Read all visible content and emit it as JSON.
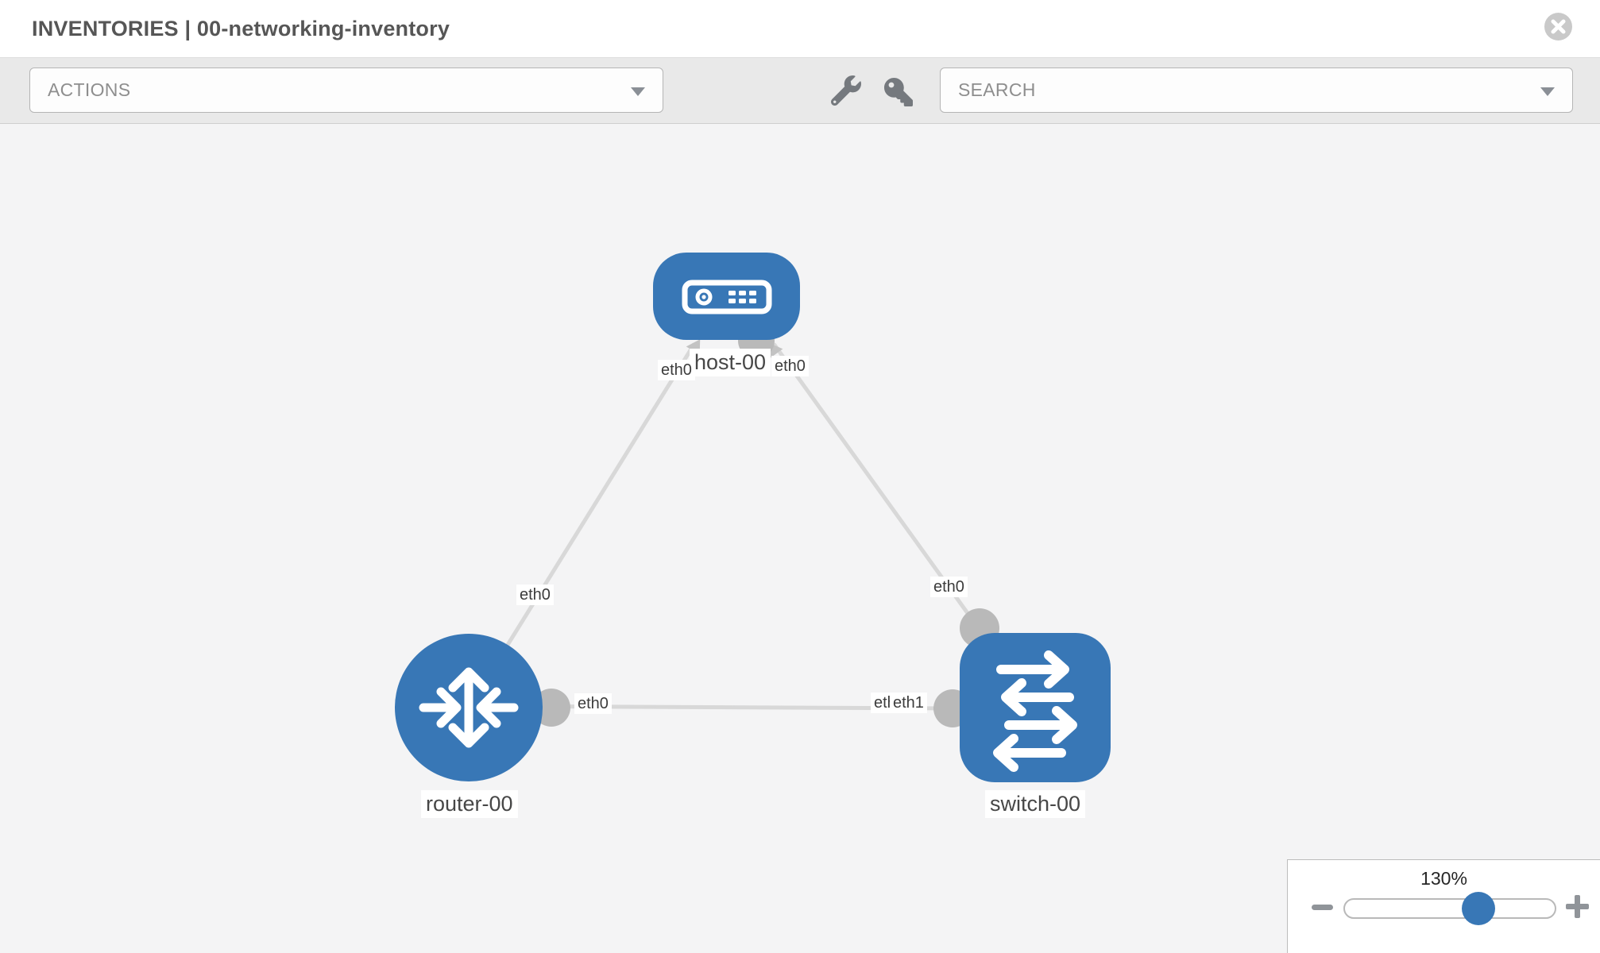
{
  "header": {
    "title": "INVENTORIES | 00-networking-inventory"
  },
  "toolbar": {
    "actions_label": "ACTIONS",
    "search_label": "SEARCH"
  },
  "icons": {
    "close": "close-icon",
    "wrench": "wrench-icon",
    "key": "key-icon",
    "caret": "chevron-down-icon",
    "minus": "minus-icon",
    "plus": "plus-icon"
  },
  "topology": {
    "nodes": [
      {
        "id": "host-00",
        "label": "host-00",
        "type": "host"
      },
      {
        "id": "router-00",
        "label": "router-00",
        "type": "router"
      },
      {
        "id": "switch-00",
        "label": "switch-00",
        "type": "switch"
      }
    ],
    "links": [
      {
        "source": "host-00",
        "target": "router-00",
        "source_interface": "eth0",
        "target_interface": "eth0"
      },
      {
        "source": "host-00",
        "target": "switch-00",
        "source_interface": "eth0",
        "target_interface": "eth0"
      },
      {
        "source": "router-00",
        "target": "switch-00",
        "source_interface": "eth0",
        "target_interface": "eth1"
      }
    ],
    "interface_chips": [
      {
        "text": "eth0",
        "position": "host-00 lower-left"
      },
      {
        "text": "eth0",
        "position": "host-00 lower-right"
      },
      {
        "text": "eth0",
        "position": "link host-router, above router-00"
      },
      {
        "text": "eth0",
        "position": "link host-switch, above switch-00"
      },
      {
        "text": "eth0",
        "position": "link router-switch, right of router-00"
      },
      {
        "text": "eth0",
        "position": "link router-switch, left of switch-00 (partially covered)"
      },
      {
        "text": "eth1",
        "position": "link router-switch, left of switch-00"
      }
    ]
  },
  "zoom_control": {
    "value": "130%"
  },
  "colors": {
    "node_blue": "#3877b6",
    "link_gray": "#d8d8d8",
    "connector_gray": "#b9b9b9",
    "toolbar_gray": "#e9e9e9",
    "canvas_gray": "#f4f4f5",
    "title_gray": "#565656"
  }
}
